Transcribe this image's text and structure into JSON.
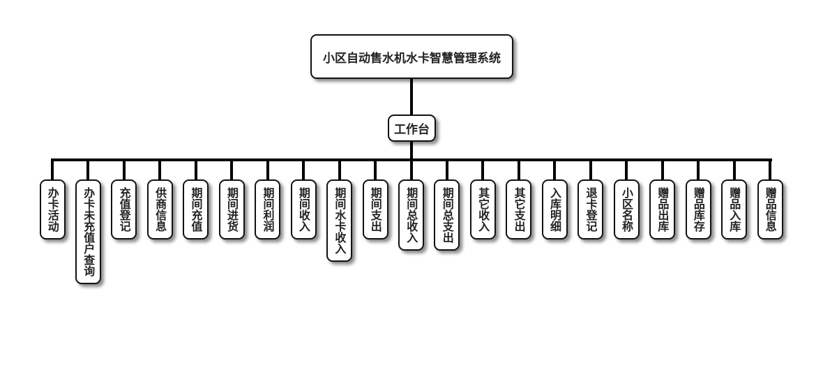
{
  "root": {
    "label": "小区自动售水机水卡智慧管理系统"
  },
  "workbench": {
    "label": "工作台"
  },
  "modules": [
    {
      "label": "办卡活动"
    },
    {
      "label": "办卡未充值户查询"
    },
    {
      "label": "充值登记"
    },
    {
      "label": "供商信息"
    },
    {
      "label": "期间充值"
    },
    {
      "label": "期间进货"
    },
    {
      "label": "期间利润"
    },
    {
      "label": "期间收入"
    },
    {
      "label": "期间水卡收入"
    },
    {
      "label": "期间支出"
    },
    {
      "label": "期间总收入"
    },
    {
      "label": "期间总支出"
    },
    {
      "label": "其它收入"
    },
    {
      "label": "其它支出"
    },
    {
      "label": "入库明细"
    },
    {
      "label": "退卡登记"
    },
    {
      "label": "小区名称"
    },
    {
      "label": "赠品出库"
    },
    {
      "label": "赠品库存"
    },
    {
      "label": "赠品入库"
    },
    {
      "label": "赠品信息"
    }
  ]
}
